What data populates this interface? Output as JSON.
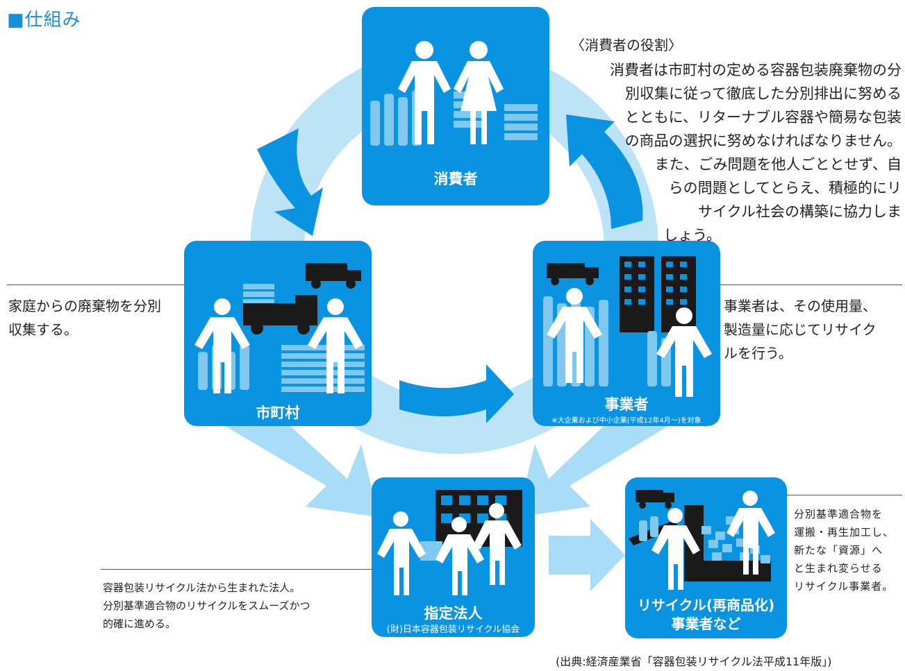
{
  "title": "■仕組み",
  "boxes": {
    "consumer": {
      "label": "消費者"
    },
    "municipality": {
      "label": "市町村"
    },
    "business": {
      "label": "事業者",
      "note": "※大企業および中小企業(平成12年4月〜)を対象"
    },
    "designated": {
      "label": "指定法人",
      "sub": "(財)日本容器包装リサイクル協会"
    },
    "recycler": {
      "label_line1": "リサイクル(再商品化)",
      "label_line2": "事業者など"
    }
  },
  "consumer_role": {
    "heading": "〈消費者の役割〉",
    "lines": [
      "消費者は市町村の定める容器包装廃棄物の分",
      "別収集に従って徹底した分別排出に努める",
      "とともに、リターナブル容器や簡易な包装",
      "の商品の選択に努めなければなりません。",
      "また、ごみ問題を他人ごととせず、自",
      "らの問題としてとらえ、積極的にリ",
      "サイクル社会の構築に協力しま",
      "しょう。"
    ]
  },
  "municipality_text": [
    "家庭からの廃棄物を分別",
    "収集する。"
  ],
  "business_text": [
    "事業者は、その使用量、",
    "製造量に応じてリサイク",
    "ルを行う。"
  ],
  "designated_text": [
    "容器包装リサイクル法から生まれた法人。",
    "分別基準適合物のリサイクルをスムーズかつ",
    "的確に進める。"
  ],
  "recycler_text": [
    "分別基準適合物を",
    "運搬・再生加工し、",
    "新たな「資源」へ",
    "と生まれ変らせる",
    "リサイクル事業者。"
  ],
  "source": "(出典:経済産業省「容器包装リサイクル法平成11年版」)",
  "colors": {
    "box": "#0a93e0",
    "ring": "#bde3f7",
    "arrow": "#0a93e0",
    "light": "#a9dcf6"
  }
}
